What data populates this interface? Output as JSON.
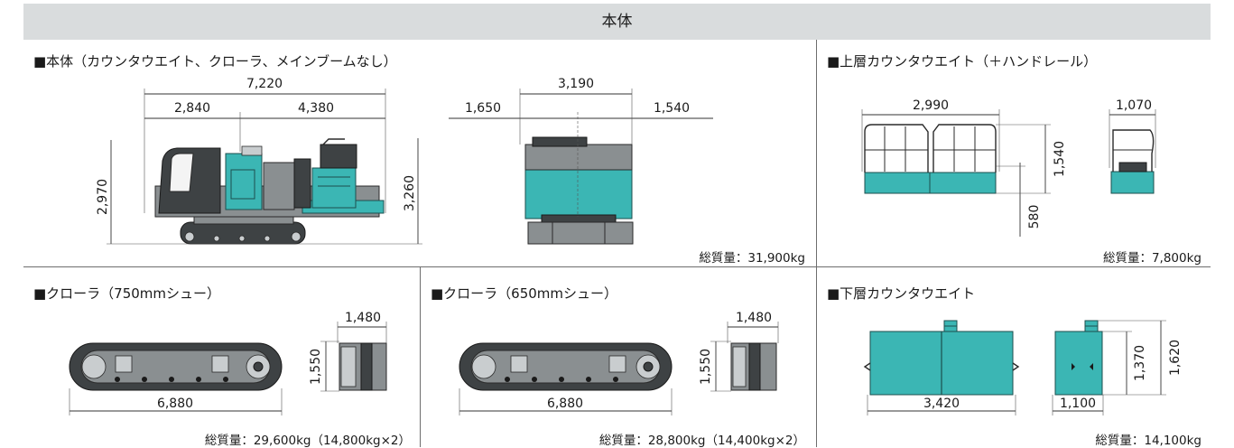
{
  "header": {
    "title": "本体"
  },
  "panels": {
    "main_body": {
      "title": "■本体（カウンタウエイト、クローラ、メインブームなし）",
      "dims": {
        "overall_length": "7,220",
        "rear_length": "2,840",
        "front_length": "4,380",
        "height_cab": "2,970",
        "height_total": "3,260",
        "width_total": "3,190",
        "width_left": "1,650",
        "width_right": "1,540"
      },
      "weight": "総質量：31,900kg"
    },
    "upper_counterweight": {
      "title": "■上層カウンタウエイト（＋ハンドレール）",
      "dims": {
        "length": "2,990",
        "width": "1,070",
        "height": "1,540",
        "base_height": "580"
      },
      "weight": "総質量：7,800kg"
    },
    "crawler_750": {
      "title": "■クローラ（750mmシュー）",
      "dims": {
        "length": "6,880",
        "width": "1,480",
        "height": "1,550"
      },
      "weight": "総質量：29,600kg（14,800kg×2）"
    },
    "crawler_650": {
      "title": "■クローラ（650mmシュー）",
      "dims": {
        "length": "6,880",
        "width": "1,480",
        "height": "1,550"
      },
      "weight": "総質量：28,800kg（14,400kg×2）"
    },
    "lower_counterweight": {
      "title": "■下層カウンタウエイト",
      "dims": {
        "length": "3,420",
        "width": "1,100",
        "height_body": "1,370",
        "height_total": "1,620"
      },
      "weight": "総質量：14,100kg"
    }
  },
  "colors": {
    "accent_teal": "#3bb6b4",
    "header_bg": "#d9dcdd",
    "divider": "#6d6d6d"
  }
}
